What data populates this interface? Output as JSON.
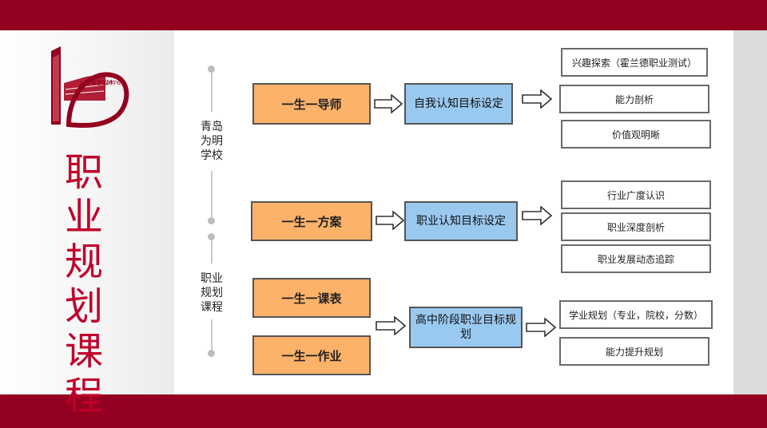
{
  "title": [
    "职",
    "业",
    "规",
    "划",
    "课",
    "程"
  ],
  "logo": {
    "years": "2014-2024",
    "icon": "school-emblem-icon"
  },
  "side_labels": {
    "school": [
      "青岛",
      "为明",
      "学校"
    ],
    "course": [
      "职业",
      "规划",
      "课程"
    ]
  },
  "orange_boxes": [
    "一生一导师",
    "一生一方案",
    "一生一课表",
    "一生一作业"
  ],
  "blue_boxes": [
    "自我认知目标设定",
    "职业认知目标设定",
    "高中阶段职业目标规划"
  ],
  "outcomes": {
    "self": [
      "兴趣探索（霍兰德职业测试）",
      "能力剖析",
      "价值观明晰"
    ],
    "career": [
      "行业广度认识",
      "职业深度剖析",
      "职业发展动态追踪"
    ],
    "plan": [
      "学业规划（专业，院校，分数）",
      "能力提升规划"
    ]
  },
  "colors": {
    "brand": "#94001f",
    "title": "#c0002a",
    "orange": "#fdb26a",
    "blue": "#9ac9f0"
  }
}
